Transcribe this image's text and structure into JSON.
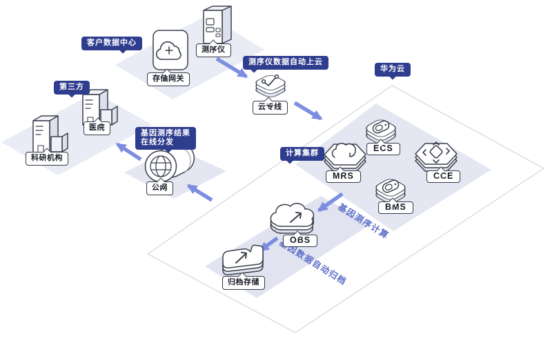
{
  "bubbles": {
    "customer_dc": "客户数据中心",
    "third_party": "第三方",
    "huawei_cloud": "华为云",
    "compute_cluster": "计算集群",
    "seq_upload": "测序仪数据自动上云",
    "result_line1": "基因测序结果",
    "result_line2": "在线分发"
  },
  "nodes": {
    "storage_gateway": "存储网关",
    "sequencer": "测序仪",
    "cloud_line": "云专线",
    "hospital": "医院",
    "research_org": "科研机构",
    "public_network": "公网",
    "ecs": "ECS",
    "mrs": "MRS",
    "bms": "BMS",
    "cce": "CCE",
    "obs": "OBS",
    "archive_storage": "归档存储"
  },
  "flow_texts": {
    "gene_compute": "基因测序计算",
    "gene_archive": "基因数据自动归档"
  },
  "colors": {
    "bubble_bg": "#2f3d8f",
    "bubble_text": "#ffffff",
    "arrow": "#7d8de0",
    "flow_text": "#5b6dc9",
    "region_fill": "#e7eaf4",
    "cloud_outline": "#d6d8e3",
    "icon_outline": "#3a3f4c",
    "label_border": "#343945",
    "label_bg": "#ffffff"
  },
  "icons": {
    "storage_gateway": "cloud-plus-card-icon",
    "sequencer": "sequencer-box-icon",
    "cloud_line": "direct-connect-icon",
    "hospital": "building-icon",
    "research_org": "building-icon",
    "public_network": "globe-cylinder-icon",
    "ecs": "server-capsule-tile-icon",
    "bms": "server-capsule-tile-icon",
    "mrs": "elephant-tile-icon",
    "cce": "container-tile-icon",
    "obs": "cloud-arrow-tile-icon",
    "archive_storage": "archive-arrow-tile-icon"
  }
}
